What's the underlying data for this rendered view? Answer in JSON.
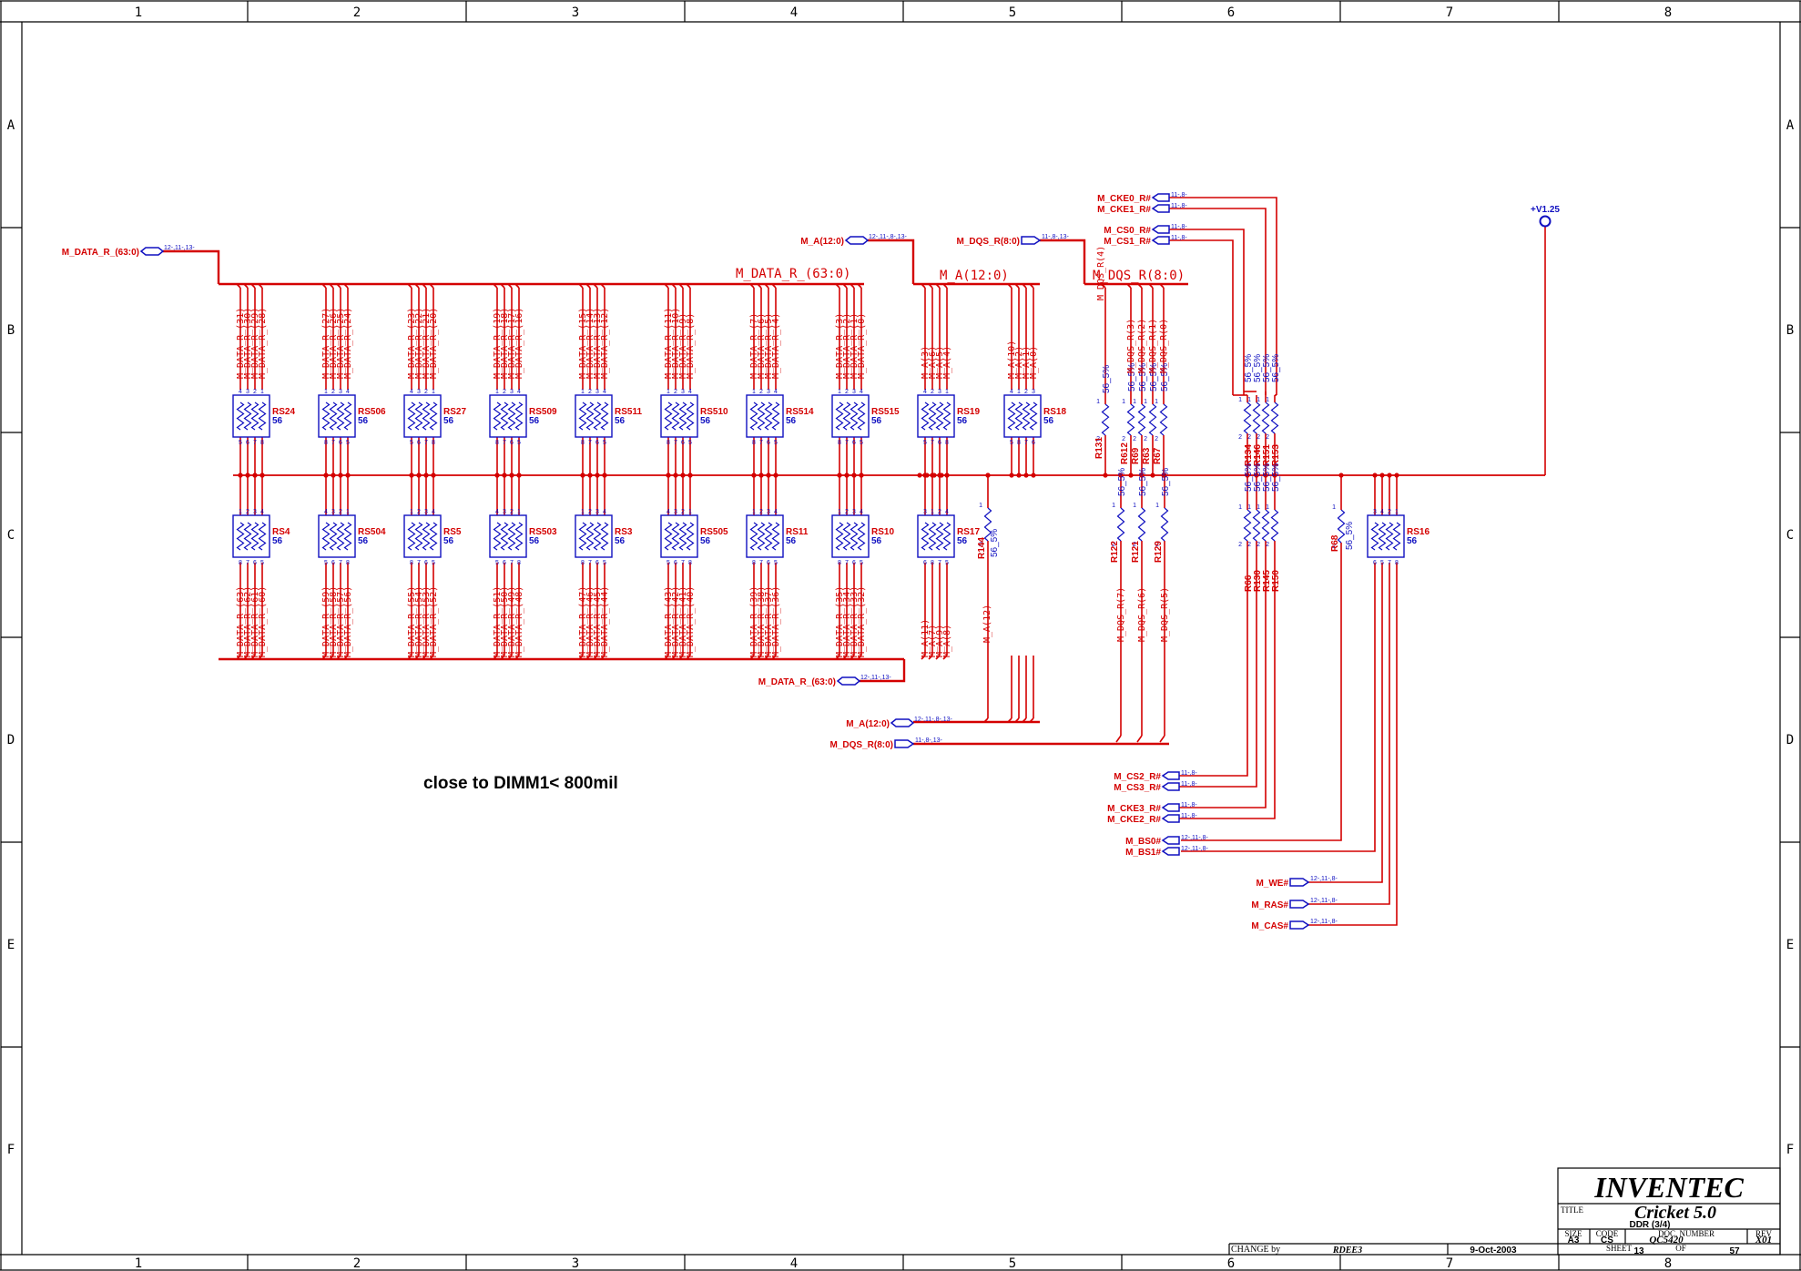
{
  "grid": {
    "columns": [
      "1",
      "2",
      "3",
      "4",
      "5",
      "6",
      "7",
      "8"
    ],
    "rows": [
      "A",
      "B",
      "C",
      "D",
      "E",
      "F"
    ]
  },
  "bus_labels": {
    "data": "M_DATA_R_(63:0)",
    "addr": "M_A(12:0)",
    "dqs": "M_DQS_R(8:0)"
  },
  "offpage": [
    {
      "label": "M_DATA_R_(63:0)",
      "ref": "12-,11-,13-"
    },
    {
      "label": "M_A(12:0)",
      "ref": "12-,11-,8-,13-"
    },
    {
      "label": "M_DQS_R(8:0)",
      "ref": "11-,8-,13-"
    },
    {
      "label": "M_CKE0_R#",
      "ref": "11-,8-"
    },
    {
      "label": "M_CKE1_R#",
      "ref": "11-,8-"
    },
    {
      "label": "M_CS0_R#",
      "ref": "11-,8-"
    },
    {
      "label": "M_CS1_R#",
      "ref": "11-,8-"
    },
    {
      "label": "M_DATA_R_(63:0)",
      "ref": "12-,11-,13-"
    },
    {
      "label": "M_A(12:0)",
      "ref": "12-,11-,8-,13-"
    },
    {
      "label": "M_DQS_R(8:0)",
      "ref": "11-,8-,13-"
    },
    {
      "label": "M_CS2_R#",
      "ref": "11-,8-"
    },
    {
      "label": "M_CS3_R#",
      "ref": "11-,8-"
    },
    {
      "label": "M_CKE3_R#",
      "ref": "11-,8-"
    },
    {
      "label": "M_CKE2_R#",
      "ref": "11-,8-"
    },
    {
      "label": "M_BS0#",
      "ref": "12-,11-,8-"
    },
    {
      "label": "M_BS1#",
      "ref": "12-,11-,8-"
    },
    {
      "label": "M_WE#",
      "ref": "12-,11-,8-"
    },
    {
      "label": "M_RAS#",
      "ref": "12-,11-,8-"
    },
    {
      "label": "M_CAS#",
      "ref": "12-,11-,8-"
    }
  ],
  "power": {
    "label": "+V1.25"
  },
  "resistor_packs_top": [
    {
      "ref": "RS24",
      "value": "56",
      "nets": [
        "M_DATA_R_(31)",
        "M_DATA_R_(30)",
        "M_DATA_R_(29)",
        "M_DATA_R_(28)"
      ],
      "pins_top": [
        "4",
        "3",
        "2",
        "1"
      ],
      "pins_bottom": [
        "5",
        "6",
        "7",
        "8"
      ]
    },
    {
      "ref": "RS506",
      "value": "56",
      "nets": [
        "M_DATA_R_(27)",
        "M_DATA_R_(26)",
        "M_DATA_R_(25)",
        "M_DATA_R_(24)"
      ],
      "pins_top": [
        "1",
        "2",
        "3",
        "4"
      ],
      "pins_bottom": [
        "8",
        "7",
        "6",
        "5"
      ]
    },
    {
      "ref": "RS27",
      "value": "56",
      "nets": [
        "M_DATA_R_(23)",
        "M_DATA_R_(22)",
        "M_DATA_R_(21)",
        "M_DATA_R_(20)"
      ],
      "pins_top": [
        "4",
        "3",
        "2",
        "1"
      ],
      "pins_bottom": [
        "5",
        "6",
        "7",
        "8"
      ]
    },
    {
      "ref": "RS509",
      "value": "56",
      "nets": [
        "M_DATA_R_(19)",
        "M_DATA_R_(18)",
        "M_DATA_R_(17)",
        "M_DATA_R_(16)"
      ],
      "pins_top": [
        "1",
        "2",
        "3",
        "4"
      ],
      "pins_bottom": [
        "8",
        "7",
        "6",
        "5"
      ]
    },
    {
      "ref": "RS511",
      "value": "56",
      "nets": [
        "M_DATA_R_(15)",
        "M_DATA_R_(14)",
        "M_DATA_R_(13)",
        "M_DATA_R_(12)"
      ],
      "pins_top": [
        "1",
        "2",
        "3",
        "4"
      ],
      "pins_bottom": [
        "8",
        "7",
        "6",
        "5"
      ]
    },
    {
      "ref": "RS510",
      "value": "56",
      "nets": [
        "M_DATA_R_(11)",
        "M_DATA_R_(10)",
        "M_DATA_R_(9)",
        "M_DATA_R_(8)"
      ],
      "pins_top": [
        "1",
        "2",
        "3",
        "4"
      ],
      "pins_bottom": [
        "8",
        "7",
        "6",
        "5"
      ]
    },
    {
      "ref": "RS514",
      "value": "56",
      "nets": [
        "M_DATA_R_(7)",
        "M_DATA_R_(6)",
        "M_DATA_R_(5)",
        "M_DATA_R_(4)"
      ],
      "pins_top": [
        "1",
        "2",
        "3",
        "4"
      ],
      "pins_bottom": [
        "8",
        "7",
        "6",
        "5"
      ]
    },
    {
      "ref": "RS515",
      "value": "56",
      "nets": [
        "M_DATA_R_(3)",
        "M_DATA_R_(2)",
        "M_DATA_R_(1)",
        "M_DATA_R_(0)"
      ],
      "pins_top": [
        "1",
        "2",
        "3",
        "4"
      ],
      "pins_bottom": [
        "8",
        "7",
        "6",
        "5"
      ]
    },
    {
      "ref": "RS19",
      "value": "56",
      "nets": [
        "M_A(3)",
        "M_A(6)",
        "M_A(5)",
        "M_A(4)"
      ],
      "pins_top": [
        "4",
        "2",
        "3",
        "1"
      ],
      "pins_bottom": [
        "5",
        "7",
        "6",
        "8"
      ]
    },
    {
      "ref": "RS18",
      "value": "56",
      "nets": [
        "M_A(10)",
        "M_A(2)",
        "M_A(1)",
        "M_A(0)"
      ],
      "pins_top": [
        "4",
        "1",
        "2",
        "3"
      ],
      "pins_bottom": [
        "5",
        "8",
        "7",
        "6"
      ]
    }
  ],
  "resistor_packs_bottom": [
    {
      "ref": "RS4",
      "value": "56",
      "nets": [
        "M_DATA_R_(63)",
        "M_DATA_R_(62)",
        "M_DATA_R_(61)",
        "M_DATA_R_(60)"
      ],
      "pins_top": [
        "1",
        "2",
        "3",
        "4"
      ],
      "pins_bottom": [
        "8",
        "7",
        "6",
        "5"
      ]
    },
    {
      "ref": "RS504",
      "value": "56",
      "nets": [
        "M_DATA_R_(59)",
        "M_DATA_R_(58)",
        "M_DATA_R_(57)",
        "M_DATA_R_(56)"
      ],
      "pins_top": [
        "4",
        "3",
        "2",
        "1"
      ],
      "pins_bottom": [
        "5",
        "6",
        "7",
        "8"
      ]
    },
    {
      "ref": "RS5",
      "value": "56",
      "nets": [
        "M_DATA_R_(55)",
        "M_DATA_R_(54)",
        "M_DATA_R_(53)",
        "M_DATA_R_(52)"
      ],
      "pins_top": [
        "1",
        "2",
        "3",
        "4"
      ],
      "pins_bottom": [
        "8",
        "7",
        "6",
        "5"
      ]
    },
    {
      "ref": "RS503",
      "value": "56",
      "nets": [
        "M_DATA_R_(51)",
        "M_DATA_R_(50)",
        "M_DATA_R_(49)",
        "M_DATA_R_(48)"
      ],
      "pins_top": [
        "4",
        "3",
        "2",
        "1"
      ],
      "pins_bottom": [
        "5",
        "6",
        "7",
        "8"
      ]
    },
    {
      "ref": "RS3",
      "value": "56",
      "nets": [
        "M_DATA_R_(47)",
        "M_DATA_R_(46)",
        "M_DATA_R_(45)",
        "M_DATA_R_(44)"
      ],
      "pins_top": [
        "1",
        "2",
        "3",
        "4"
      ],
      "pins_bottom": [
        "8",
        "7",
        "6",
        "5"
      ]
    },
    {
      "ref": "RS505",
      "value": "56",
      "nets": [
        "M_DATA_R_(43)",
        "M_DATA_R_(42)",
        "M_DATA_R_(41)",
        "M_DATA_R_(40)"
      ],
      "pins_top": [
        "4",
        "3",
        "2",
        "1"
      ],
      "pins_bottom": [
        "5",
        "6",
        "7",
        "8"
      ]
    },
    {
      "ref": "RS11",
      "value": "56",
      "nets": [
        "M_DATA_R_(39)",
        "M_DATA_R_(38)",
        "M_DATA_R_(37)",
        "M_DATA_R_(36)"
      ],
      "pins_top": [
        "1",
        "2",
        "3",
        "4"
      ],
      "pins_bottom": [
        "8",
        "7",
        "6",
        "5"
      ]
    },
    {
      "ref": "RS10",
      "value": "56",
      "nets": [
        "M_DATA_R_(35)",
        "M_DATA_R_(34)",
        "M_DATA_R_(33)",
        "M_DATA_R_(32)"
      ],
      "pins_top": [
        "1",
        "2",
        "3",
        "4"
      ],
      "pins_bottom": [
        "8",
        "7",
        "6",
        "5"
      ]
    },
    {
      "ref": "RS17",
      "value": "56",
      "nets": [
        "M_A(11)",
        "M_A(7)",
        "M_A(9)",
        "M_A(8)"
      ],
      "pins_top": [
        "3",
        "1",
        "2",
        "4"
      ],
      "pins_bottom": [
        "6",
        "8",
        "7",
        "5"
      ]
    },
    {
      "ref": "RS16",
      "value": "56",
      "nets": [],
      "pins_top": [
        "3",
        "4",
        "2",
        "1"
      ],
      "pins_bottom": [
        "6",
        "5",
        "7",
        "8"
      ]
    }
  ],
  "dqs_upper": {
    "r131": {
      "ref": "R131",
      "value": "56_5%",
      "net": "M_DQS_R(4)"
    },
    "r612": {
      "ref": "R612",
      "value": "56_5%",
      "net": "M_DQS_R(3)"
    },
    "r69": {
      "ref": "R69",
      "value": "56_5%",
      "net": "M_DQS_R(2)"
    },
    "r63": {
      "ref": "R63",
      "value": "56_5%",
      "net": "M_DQS_R(1)"
    },
    "r67": {
      "ref": "R67",
      "value": "56_5%",
      "net": "M_DQS_R(0)"
    }
  },
  "dqs_lower": {
    "r122": {
      "ref": "R122",
      "value": "56_5%",
      "net": "M_DQS_R(7)"
    },
    "r121": {
      "ref": "R121",
      "value": "56_5%",
      "net": "M_DQS_R(6)"
    },
    "r129": {
      "ref": "R129",
      "value": "56_5%",
      "net": "M_DQS_R(5)"
    }
  },
  "misc_resistors": {
    "r144": {
      "ref": "R144",
      "value": "56_5%",
      "net": "M_A(12)"
    },
    "r68": {
      "ref": "R68",
      "value": "56_5%"
    }
  },
  "ctrl_upper": [
    {
      "ref": "R134",
      "value": "56_5%"
    },
    {
      "ref": "R146",
      "value": "56_5%"
    },
    {
      "ref": "R151",
      "value": "56_5%"
    },
    {
      "ref": "R153",
      "value": "56_5%"
    }
  ],
  "ctrl_lower": [
    {
      "ref": "R66",
      "value": "56_5%"
    },
    {
      "ref": "R130",
      "value": "56_5%"
    },
    {
      "ref": "R145",
      "value": "56_5%"
    },
    {
      "ref": "R150",
      "value": "56_5%"
    }
  ],
  "pin_numbers": {
    "one": "1",
    "two": "2"
  },
  "note": "close to DIMM1< 800mil",
  "title_block": {
    "company": "INVENTEC",
    "title_label": "TITLE",
    "title": "Cricket 5.0",
    "subtitle": "DDR (3/4)",
    "size_label": "SIZE",
    "size": "A3",
    "code_label": "CODE",
    "code": "CS",
    "doc_label": "DOC. NUMBER",
    "doc": "QC5420",
    "rev_label": "REV",
    "rev": "X01",
    "change_label": "CHANGE by",
    "change_by": "RDEE3",
    "date": "9-Oct-2003",
    "sheet_label": "SHEET",
    "sheet": "13",
    "of_label": "OF",
    "total": "57"
  },
  "colors": {
    "wire": "#d40000",
    "component": "#1010c0",
    "frame": "#000000"
  }
}
